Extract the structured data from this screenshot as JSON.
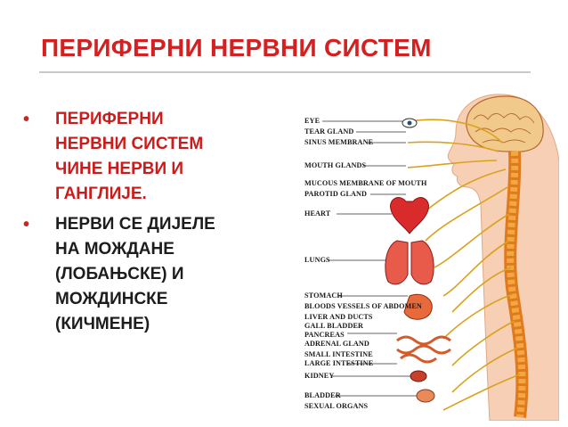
{
  "slide": {
    "title": "ПЕРИФЕРНИ НЕРВНИ СИСТЕМ",
    "bullets": [
      "ПЕРИФЕРНИ\nНЕРВНИ СИСТЕМ\nЧИНЕ НЕРВИ И\nГАНГЛИЈЕ.",
      "НЕРВИ СЕ ДИЈЕЛЕ\nНА МОЖДАНЕ\n(ЛОБАЊСКЕ) И\nМОЖДИНСКЕ\n(КИЧМЕНЕ)"
    ],
    "bullet_glyph": "•",
    "accent_color": "#d42020"
  },
  "figure": {
    "labels": [
      "EYE",
      "TEAR GLAND",
      "SINUS MEMBRANE",
      "MOUTH GLANDS",
      "MUCOUS MEMBRANE OF MOUTH",
      "PAROTID GLAND",
      "HEART",
      "LUNGS",
      "STOMACH",
      "BLOODS VESSELS OF ABDOMEN",
      "LIVER AND DUCTS",
      "GALL BLADDER",
      "PANCREAS",
      "ADRENAL GLAND",
      "SMALL INTESTINE",
      "LARGE INTESTINE",
      "KIDNEY",
      "BLADDER",
      "SEXUAL ORGANS"
    ]
  }
}
